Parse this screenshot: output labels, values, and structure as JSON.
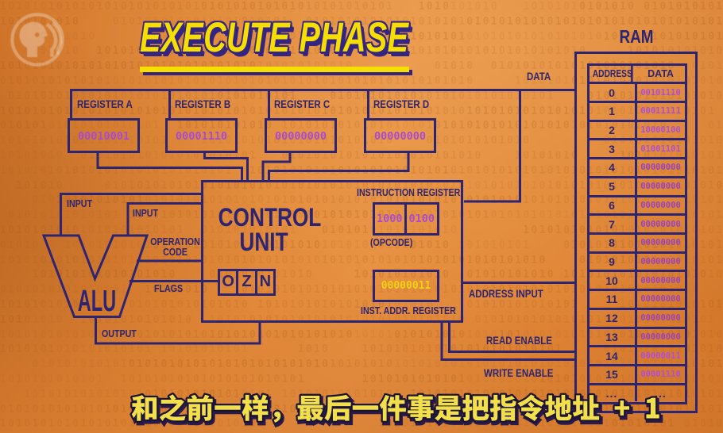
{
  "title": {
    "text": "EXECUTE PHASE"
  },
  "watermark": {
    "name": "PBS logo"
  },
  "bus": {
    "data_label": "DATA"
  },
  "registers": [
    {
      "label": "REGISTER A",
      "value": "00010001"
    },
    {
      "label": "REGISTER B",
      "value": "00001110"
    },
    {
      "label": "REGISTER C",
      "value": "00000000"
    },
    {
      "label": "REGISTER D",
      "value": "00000000"
    }
  ],
  "alu": {
    "label": "ALU",
    "input1_label": "INPUT",
    "input2_label": "INPUT",
    "op_code_line1": "OPERATION",
    "op_code_line2": "CODE",
    "flags_label": "FLAGS",
    "output_label": "OUTPUT"
  },
  "control_unit": {
    "title_line1": "CONTROL",
    "title_line2": "UNIT",
    "flag_cells": [
      "O",
      "Z",
      "N"
    ],
    "instruction_register": {
      "label": "INSTRUCTION REGISTER",
      "opcode": "1000",
      "operand": "0100",
      "sublabel": "(OPCODE)"
    },
    "inst_addr_register": {
      "label": "INST. ADDR. REGISTER",
      "value": "00000011"
    }
  },
  "signals": {
    "address_input": "ADDRESS INPUT",
    "read_enable": "READ ENABLE",
    "write_enable": "WRITE ENABLE"
  },
  "ram": {
    "title": "RAM",
    "columns": [
      "ADDRESS",
      "DATA"
    ],
    "rows": [
      {
        "address": "0",
        "data": "00101110"
      },
      {
        "address": "1",
        "data": "00011111"
      },
      {
        "address": "2",
        "data": "10000100"
      },
      {
        "address": "3",
        "data": "01001101"
      },
      {
        "address": "4",
        "data": "00000000"
      },
      {
        "address": "5",
        "data": "00000000"
      },
      {
        "address": "6",
        "data": "00000000"
      },
      {
        "address": "7",
        "data": "00000000"
      },
      {
        "address": "8",
        "data": "00000000"
      },
      {
        "address": "9",
        "data": "00000000"
      },
      {
        "address": "10",
        "data": "00000000"
      },
      {
        "address": "11",
        "data": "00000000"
      },
      {
        "address": "12",
        "data": "00000000"
      },
      {
        "address": "13",
        "data": "00000000"
      },
      {
        "address": "14",
        "data": "00000011"
      },
      {
        "address": "15",
        "data": "00001110"
      },
      {
        "address": "...",
        "data": "..."
      }
    ]
  },
  "subtitle": {
    "text": "和之前一样，最后一件事是把指令地址 + 1"
  },
  "colors": {
    "background_orange": "#df8334",
    "line_navy": "#2d2472",
    "value_purple": "#b04dd4",
    "value_purple_dim": "#9a41bd",
    "accent_yellow": "#f6de00",
    "subtitle_yellow": "#f2df4a"
  }
}
